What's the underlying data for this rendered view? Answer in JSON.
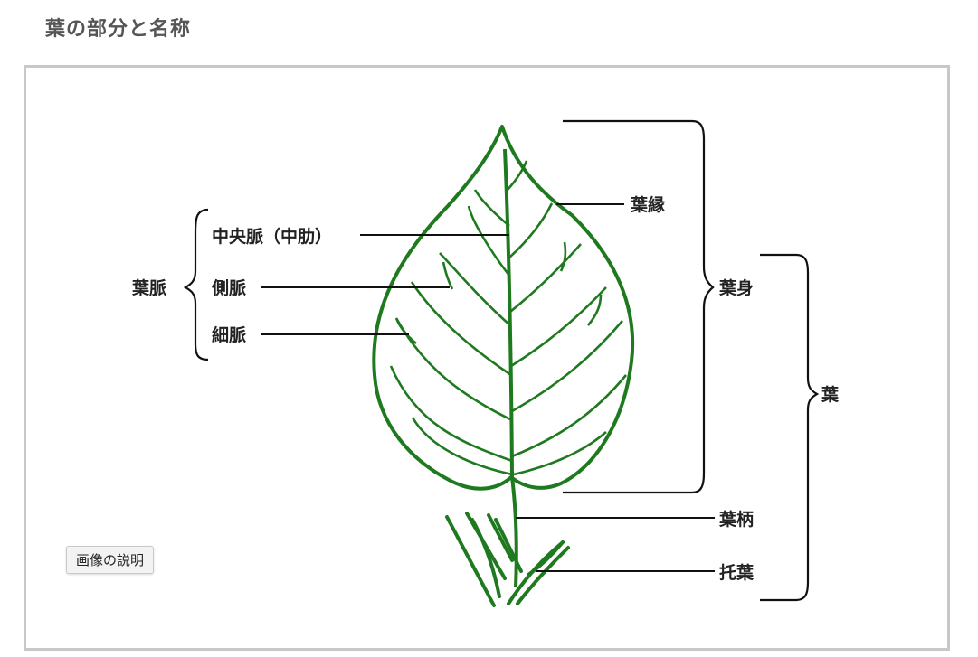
{
  "page": {
    "title": "葉の部分と名称"
  },
  "diagram": {
    "labels": {
      "vein_group": "葉脈",
      "midrib": "中央脈（中肋）",
      "lateral": "側脈",
      "minor": "細脈",
      "margin": "葉縁",
      "blade": "葉身",
      "leaf": "葉",
      "petiole": "葉柄",
      "stipule": "托葉"
    },
    "colors": {
      "leaf": "#1f7a1f",
      "leader": "#111111"
    }
  },
  "button": {
    "label": "画像の説明"
  }
}
